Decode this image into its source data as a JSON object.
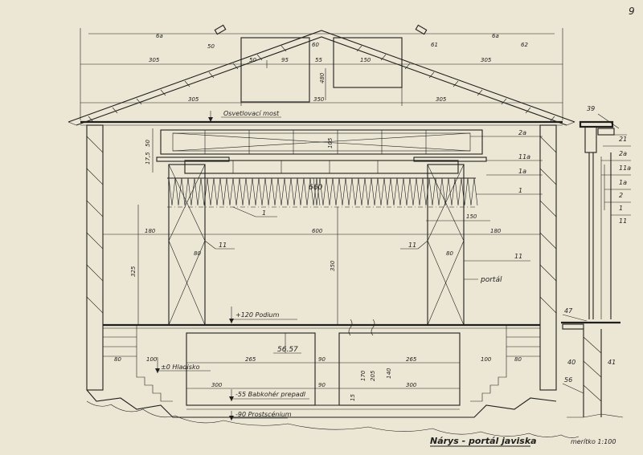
{
  "sheet": {
    "page_number": "9",
    "title": "Nárys - portál javiska",
    "scale": "merítko 1:100"
  },
  "levels": {
    "bridge": "Osvetlovací most",
    "podium": "+120 Podium",
    "auditorium": "±0 Hladisko",
    "pit": "-55 Babkohér prepadl",
    "understage": "-90 Prostscénium",
    "portal": "portál"
  },
  "dimensions": {
    "top": [
      "305",
      "50",
      "95",
      "55",
      "150",
      "305"
    ],
    "roof": [
      "305",
      "350",
      "305"
    ],
    "top_small": [
      "50",
      "60",
      "61",
      "62",
      "6a",
      "6a"
    ],
    "bridge_heights": [
      "50",
      "17,5",
      "105",
      "480"
    ],
    "wide": [
      "660",
      "600",
      "150",
      "180",
      "180"
    ],
    "columns": [
      "80",
      "80"
    ],
    "vertical": [
      "325",
      "350"
    ],
    "lower": [
      "56.57",
      "80",
      "100",
      "265",
      "90",
      "265",
      "100",
      "80",
      "300",
      "90",
      "300"
    ],
    "lower_vertical": [
      "15",
      "170",
      "205",
      "140"
    ]
  },
  "callouts": {
    "right_drawing": [
      "2a",
      "11a",
      "1a",
      "1"
    ],
    "main": [
      "1",
      "11",
      "11",
      "11"
    ],
    "section": [
      "39",
      "21",
      "2a",
      "11a",
      "1a",
      "2",
      "1",
      "11",
      "47",
      "40",
      "41",
      "56"
    ]
  }
}
